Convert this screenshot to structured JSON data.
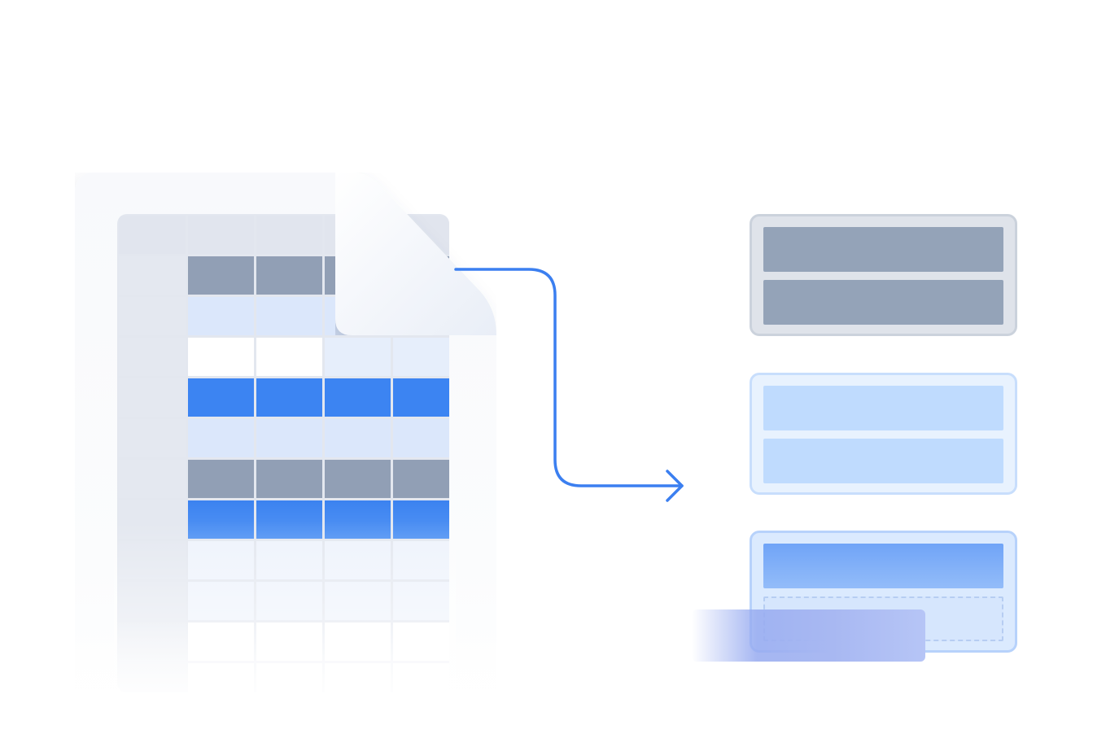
{
  "colors": {
    "accent": "#3b82f6",
    "dark_cell": "#919fb5",
    "light_cell": "#dbe7fb",
    "block_gray": "#94a3b8",
    "block_sky": "#bfdbfe"
  },
  "document": {
    "icon": "spreadsheet-file-icon",
    "rows": [
      [
        "head",
        "head",
        "head",
        "head",
        "head"
      ],
      [
        "rowhead",
        "dark",
        "dark",
        "dark",
        "dark"
      ],
      [
        "rowhead",
        "light",
        "light",
        "light",
        "light"
      ],
      [
        "rowhead",
        "white",
        "white",
        "pale",
        "pale"
      ],
      [
        "rowhead",
        "blue",
        "blue",
        "blue",
        "blue"
      ],
      [
        "rowhead",
        "light",
        "light",
        "light",
        "light"
      ],
      [
        "rowhead",
        "dark",
        "dark",
        "dark",
        "dark"
      ],
      [
        "rowhead",
        "blue2",
        "blue2",
        "blue2",
        "blue2"
      ],
      [
        "rowhead",
        "faint",
        "faint",
        "faint",
        "faint"
      ],
      [
        "rowhead",
        "faint",
        "faint",
        "faint",
        "faint"
      ],
      [
        "rowhead",
        "white",
        "white",
        "white",
        "white"
      ],
      [
        "rowhead",
        "white",
        "white",
        "white",
        "white"
      ]
    ]
  },
  "connector": {
    "icon": "arrow-right-icon"
  },
  "blocks": [
    {
      "name": "gray-block",
      "style": "gray"
    },
    {
      "name": "sky-block",
      "style": "sky"
    },
    {
      "name": "blue-block",
      "style": "blue"
    }
  ]
}
